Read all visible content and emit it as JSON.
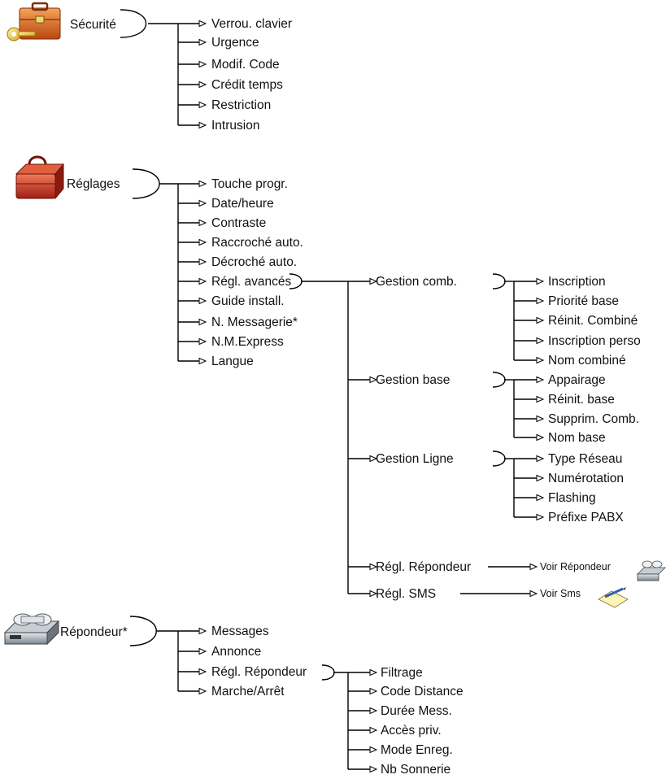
{
  "securite": {
    "title": "Sécurité",
    "items": [
      "Verrou. clavier",
      "Urgence",
      "Modif. Code",
      "Crédit temps",
      "Restriction",
      "Intrusion"
    ]
  },
  "reglages": {
    "title": "Réglages",
    "items": [
      "Touche progr.",
      "Date/heure",
      "Contraste",
      "Raccroché auto.",
      "Décroché auto.",
      "Régl. avancés",
      "Guide install.",
      "N. Messagerie*",
      "N.M.Express",
      "Langue"
    ],
    "avances": {
      "gestion_comb": {
        "label": "Gestion comb.",
        "items": [
          "Inscription",
          "Priorité base",
          "Réinit. Combiné",
          "Inscription perso",
          "Nom combiné"
        ]
      },
      "gestion_base": {
        "label": "Gestion base",
        "items": [
          "Appairage",
          "Réinit. base",
          "Supprim. Comb.",
          "Nom base"
        ]
      },
      "gestion_ligne": {
        "label": "Gestion Ligne",
        "items": [
          "Type Réseau",
          "Numérotation",
          "Flashing",
          "Préfixe PABX"
        ]
      },
      "regl_repondeur": {
        "label": "Régl. Répondeur",
        "link": "Voir Répondeur"
      },
      "regl_sms": {
        "label": "Régl. SMS",
        "link": "Voir Sms"
      }
    }
  },
  "repondeur": {
    "title": "Répondeur*",
    "items": [
      "Messages",
      "Annonce",
      "Régl. Répondeur",
      "Marche/Arrêt"
    ],
    "sub": {
      "items": [
        "Filtrage",
        "Code Distance",
        "Durée Mess.",
        "Accès priv.",
        "Mode Enreg.",
        "Nb Sonnerie"
      ]
    }
  },
  "icons": [
    "briefcase-key-icon",
    "toolbox-icon",
    "answering-machine-icon",
    "envelope-pencil-icon"
  ]
}
